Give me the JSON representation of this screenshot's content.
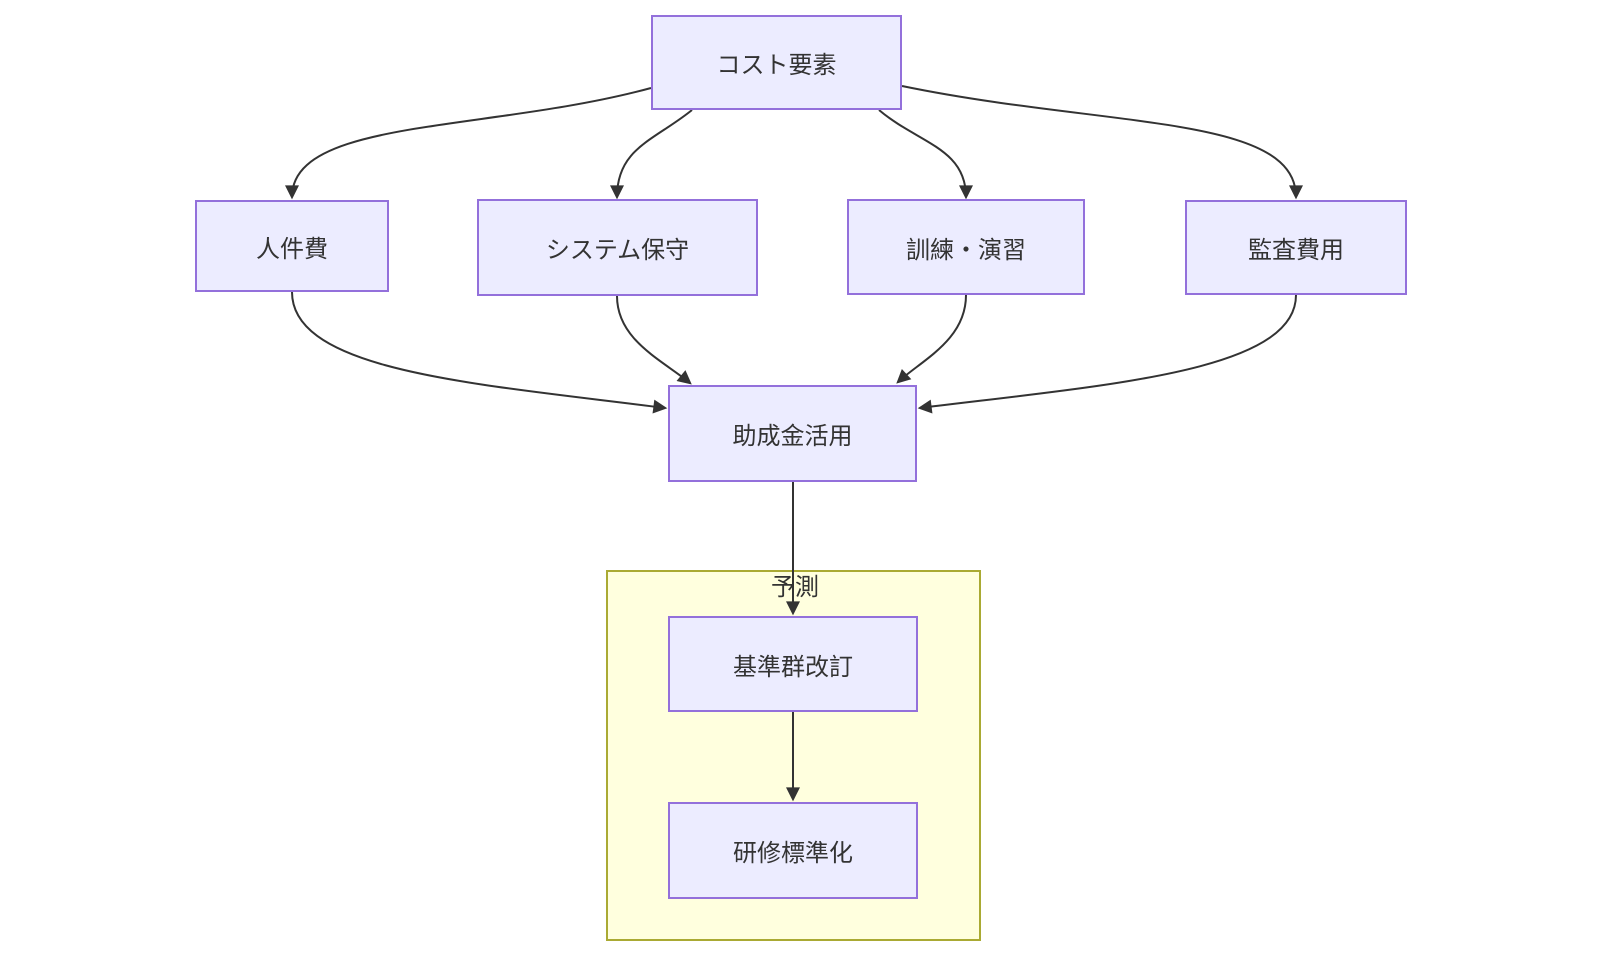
{
  "diagram": {
    "type": "flowchart",
    "direction": "top-down",
    "nodes": {
      "cost": {
        "label": "コスト要素"
      },
      "personnel": {
        "label": "人件費"
      },
      "system_maintenance": {
        "label": "システム保守"
      },
      "training_exercise": {
        "label": "訓練・演習"
      },
      "audit_cost": {
        "label": "監査費用"
      },
      "subsidy": {
        "label": "助成金活用"
      },
      "standards_revision": {
        "label": "基準群改訂"
      },
      "training_standardization": {
        "label": "研修標準化"
      }
    },
    "subgraph": {
      "label": "予測"
    },
    "edges": [
      {
        "from": "コスト要素",
        "to": "人件費"
      },
      {
        "from": "コスト要素",
        "to": "システム保守"
      },
      {
        "from": "コスト要素",
        "to": "訓練・演習"
      },
      {
        "from": "コスト要素",
        "to": "監査費用"
      },
      {
        "from": "人件費",
        "to": "助成金活用"
      },
      {
        "from": "システム保守",
        "to": "助成金活用"
      },
      {
        "from": "訓練・演習",
        "to": "助成金活用"
      },
      {
        "from": "監査費用",
        "to": "助成金活用"
      },
      {
        "from": "助成金活用",
        "to": "基準群改訂"
      },
      {
        "from": "基準群改訂",
        "to": "研修標準化"
      }
    ],
    "colors": {
      "node_fill": "#ECECFF",
      "node_border": "#9370DB",
      "subgraph_fill": "#FFFFDE",
      "subgraph_border": "#AAAA33",
      "edge_stroke": "#333333",
      "label_text": "#333333",
      "background": "#FFFFFF"
    }
  }
}
